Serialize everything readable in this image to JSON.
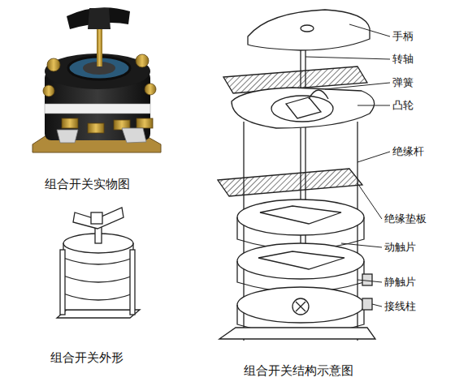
{
  "diagram": {
    "labels": [
      "组合开关实物图",
      "组合开关外形",
      "组合开关结构示意图",
      "手柄",
      "转轴",
      "弹簧",
      "凸轮",
      "绝缘杆",
      "绝缘垫板",
      "动触片",
      "静触片",
      "接线柱"
    ]
  }
}
